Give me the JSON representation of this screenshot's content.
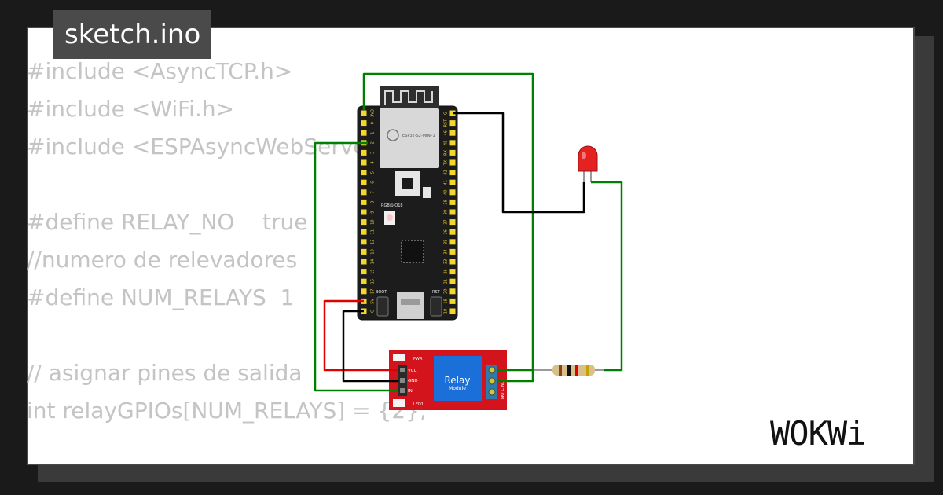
{
  "tab": {
    "filename": "sketch.ino"
  },
  "code_lines": [
    "#include <AsyncTCP.h>",
    "#include <WiFi.h>",
    "#include <ESPAsyncWebServer.h>",
    "",
    "#define RELAY_NO    true",
    "//numero de relevadores",
    "#define NUM_RELAYS  1",
    "",
    "// asignar pines de salida",
    "int relayGPIOs[NUM_RELAYS] = {2};"
  ],
  "board": {
    "module_label": "ESP32-S2-MINI-1",
    "rgb_label": "RGB@IO18",
    "boot_label": "BOOT",
    "rst_label": "RST",
    "left_pins": [
      "3V3",
      "0",
      "1",
      "2",
      "3",
      "4",
      "5",
      "6",
      "7",
      "8",
      "9",
      "10",
      "11",
      "12",
      "13",
      "14",
      "15",
      "16",
      "17",
      "5V",
      "G"
    ],
    "right_pins": [
      "G",
      "RST",
      "46",
      "45",
      "RX",
      "TX",
      "42",
      "41",
      "40",
      "39",
      "38",
      "37",
      "36",
      "35",
      "34",
      "33",
      "26",
      "21",
      "20",
      "19",
      "18"
    ]
  },
  "relay": {
    "title": "Relay",
    "subtitle": "Module",
    "pwr_label": "PWR",
    "led_label": "LED1",
    "pins": [
      "VCC",
      "GND",
      "IN"
    ],
    "terminals_label": "NO C NC"
  },
  "logo": {
    "text": "WOKWi"
  },
  "colors": {
    "wire_green": "#008000",
    "wire_red": "#e00000",
    "wire_black": "#000000",
    "board": "#1c1c1c",
    "relay_board": "#d4141c",
    "pin_header": "#f2d82e"
  }
}
